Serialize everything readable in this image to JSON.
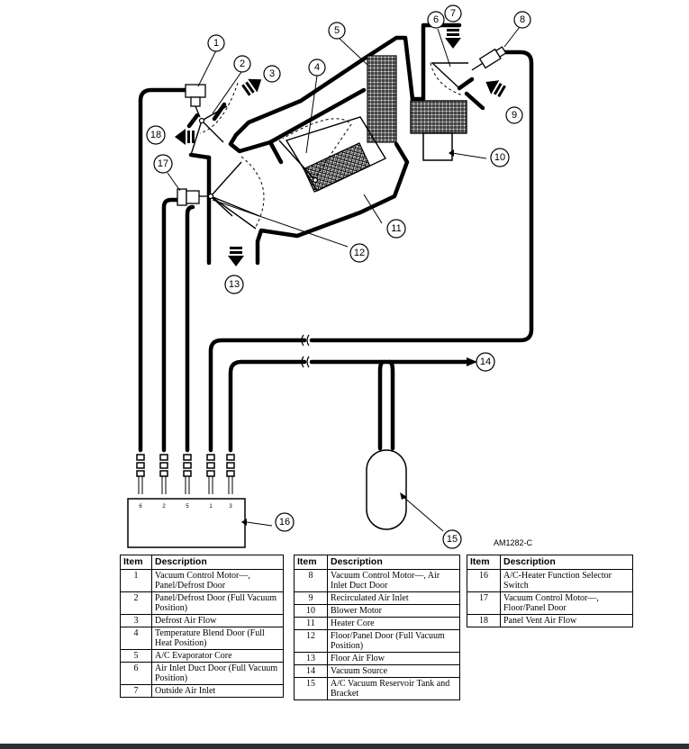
{
  "callouts": [
    "1",
    "2",
    "3",
    "4",
    "5",
    "6",
    "7",
    "8",
    "9",
    "10",
    "11",
    "12",
    "13",
    "14",
    "15",
    "16",
    "17",
    "18"
  ],
  "selector_ports": [
    "6",
    "2",
    "5",
    "1",
    "3"
  ],
  "figure_code": "AM1282-C",
  "legend_header": {
    "item": "Item",
    "description": "Description"
  },
  "legend_tables": [
    [
      {
        "item": "1",
        "description": "Vacuum Control Motor—, Panel/Defrost Door"
      },
      {
        "item": "2",
        "description": "Panel/Defrost Door (Full Vacuum Position)"
      },
      {
        "item": "3",
        "description": "Defrost Air Flow"
      },
      {
        "item": "4",
        "description": "Temperature Blend Door (Full Heat Position)"
      },
      {
        "item": "5",
        "description": "A/C Evaporator Core"
      },
      {
        "item": "6",
        "description": "Air Inlet Duct Door (Full Vacuum Position)"
      },
      {
        "item": "7",
        "description": "Outside Air Inlet"
      }
    ],
    [
      {
        "item": "8",
        "description": "Vacuum Control Motor—, Air Inlet Duct Door"
      },
      {
        "item": "9",
        "description": "Recirculated Air Inlet"
      },
      {
        "item": "10",
        "description": "Blower Motor"
      },
      {
        "item": "11",
        "description": "Heater Core"
      },
      {
        "item": "12",
        "description": "Floor/Panel Door (Full Vacuum Position)"
      },
      {
        "item": "13",
        "description": "Floor Air Flow"
      },
      {
        "item": "14",
        "description": "Vacuum Source"
      },
      {
        "item": "15",
        "description": "A/C Vacuum Reservoir Tank and Bracket"
      }
    ],
    [
      {
        "item": "16",
        "description": "A/C-Heater Function Selector Switch"
      },
      {
        "item": "17",
        "description": "Vacuum Control Motor—, Floor/Panel Door"
      },
      {
        "item": "18",
        "description": "Panel Vent Air Flow"
      }
    ]
  ]
}
